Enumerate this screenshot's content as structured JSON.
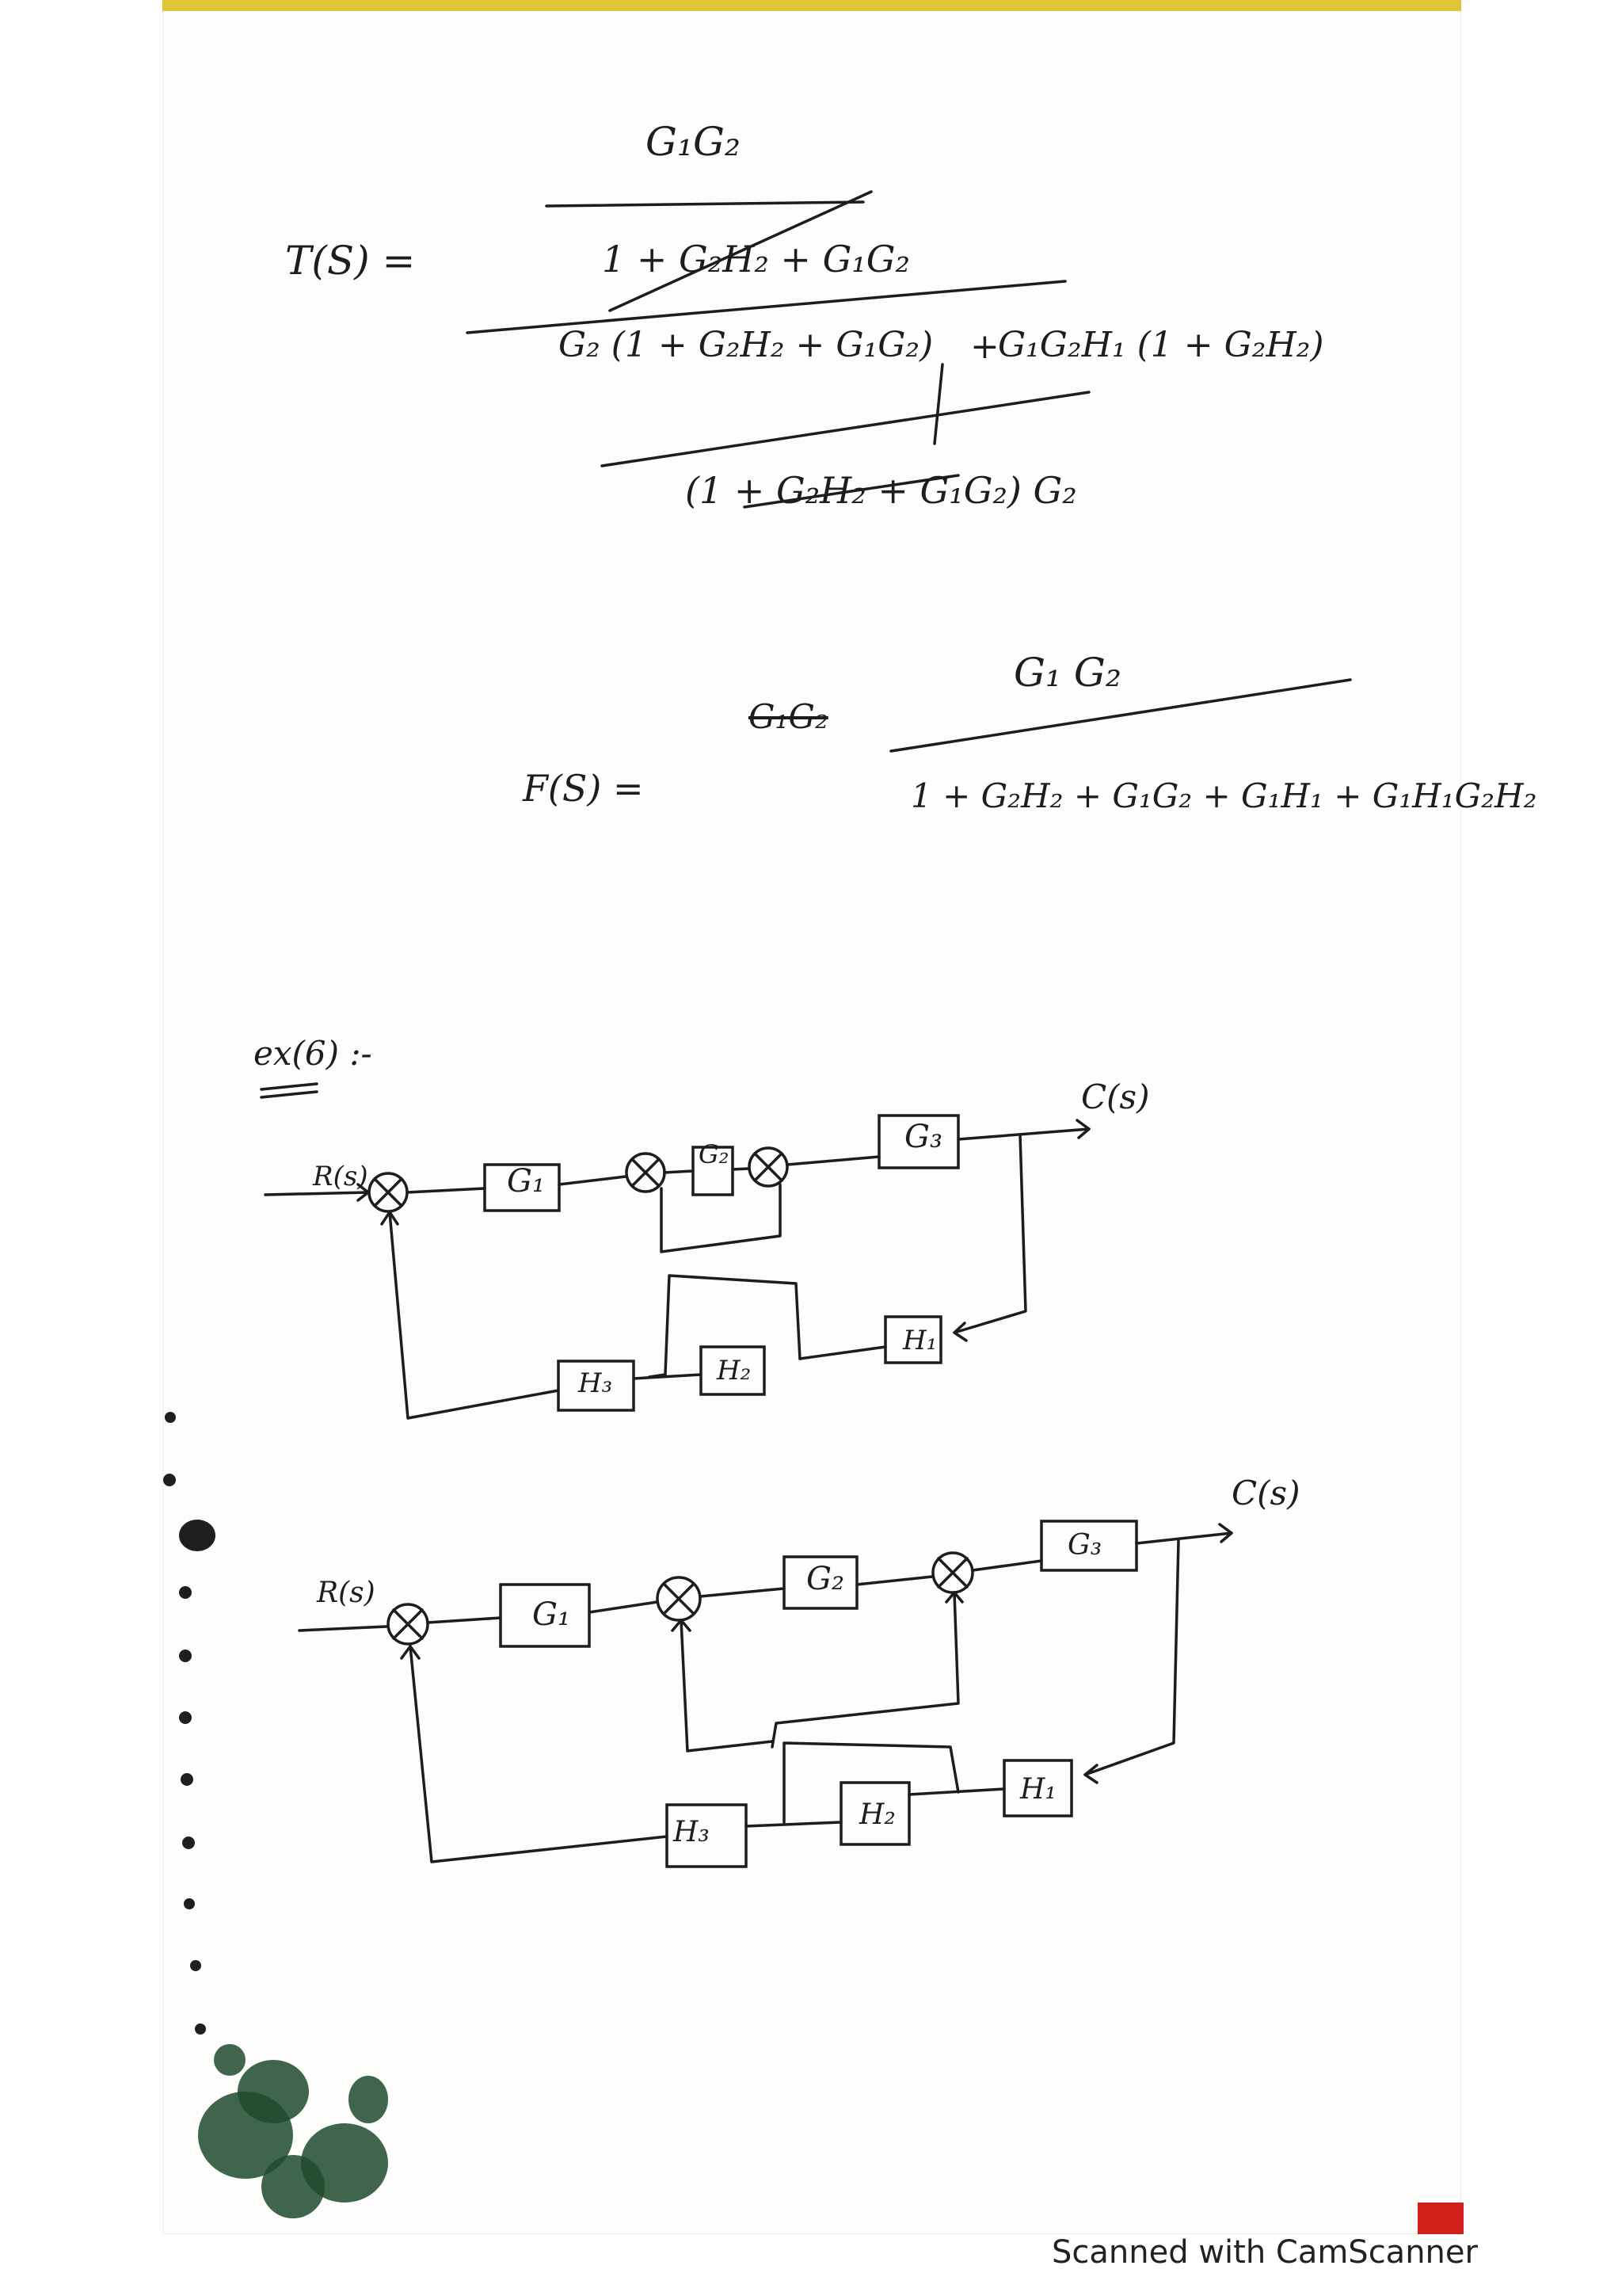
{
  "equations": {
    "eq1_lhs": "T(S) =",
    "eq1_top_num": "G₁G₂",
    "eq1_top_den": "1 + G₂H₂ + G₁G₂",
    "eq1_mid_term1": "G₂ (1 + G₂H₂ + G₁G₂)",
    "eq1_mid_plus": "+",
    "eq1_mid_term2": "G₁G₂H₁ (1 + G₂H₂)",
    "eq1_bottom": "(1 + G₂H₂ + G₁G₂) G₂",
    "eq2_lhs": "F(S) =",
    "eq2_struck": "G₁G₂",
    "eq2_num": "G₁ G₂",
    "eq2_den": "1 + G₂H₂ + G₁G₂ + G₁H₁ + G₁H₁G₂H₂"
  },
  "example": {
    "heading": "ex(6) :-",
    "diagram1": {
      "input": "R(s)",
      "output": "C(s)",
      "blocks": [
        "G₁",
        "G₂",
        "G₃",
        "H₁",
        "H₂",
        "H₃"
      ]
    },
    "diagram2": {
      "input": "R(s)",
      "output": "C(s)",
      "blocks": [
        "G₁",
        "G₂",
        "G₃",
        "H₁",
        "H₂",
        "H₃"
      ]
    }
  },
  "footer": "Scanned with CamScanner",
  "colors": {
    "ink": "#1d1d1d",
    "paper": "#fdfdfb",
    "strip": "#e0c43a",
    "stain": "#1f4a2e"
  }
}
